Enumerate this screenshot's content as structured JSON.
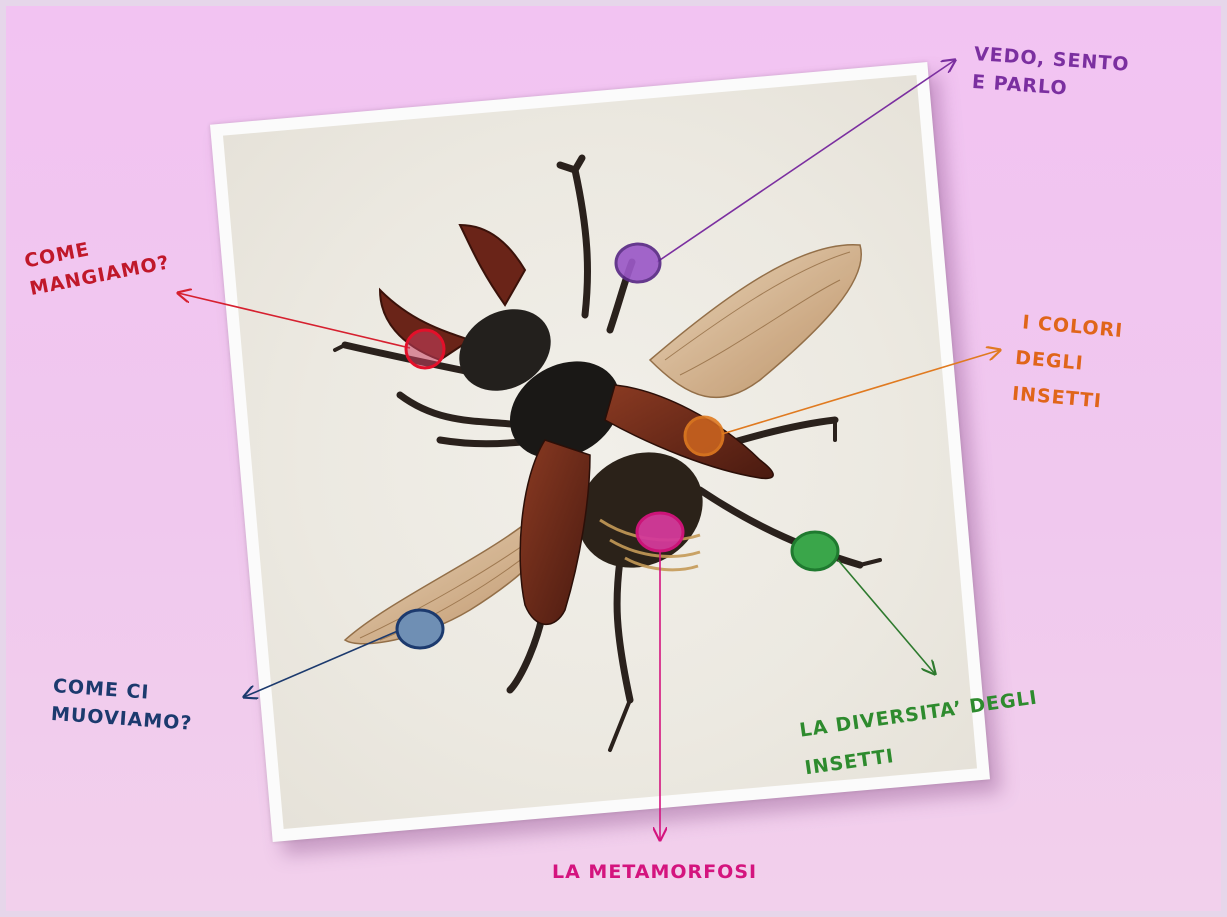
{
  "labels": {
    "vedo": {
      "line1": "VEDO, SENTO",
      "line2": "E PARLO",
      "color": "#7b2fa0"
    },
    "mangiamo": {
      "line1": "COME",
      "line2": "MANGIAMO?",
      "color": "#c0182a"
    },
    "colori": {
      "line1": "I COLORI",
      "line2": "DEGLI",
      "line3": "INSETTI",
      "color": "#e0651a"
    },
    "muoviamo": {
      "line1": "COME CI",
      "line2": "MUOVIAMO?",
      "color": "#1c3a6e"
    },
    "diversita": {
      "line1": "LA DIVERSITA’ DEGLI",
      "line2": "INSETTI",
      "color": "#2e8b2e"
    },
    "metamorfosi": {
      "line1": "LA METAMORFOSI",
      "color": "#d4147e"
    }
  },
  "markers": {
    "purple": "#9b59c7",
    "red": "#d94a6a",
    "orange": "#c8621f",
    "blue": "#6f8fb4",
    "magenta": "#d43a9a",
    "green": "#3aa64a"
  }
}
